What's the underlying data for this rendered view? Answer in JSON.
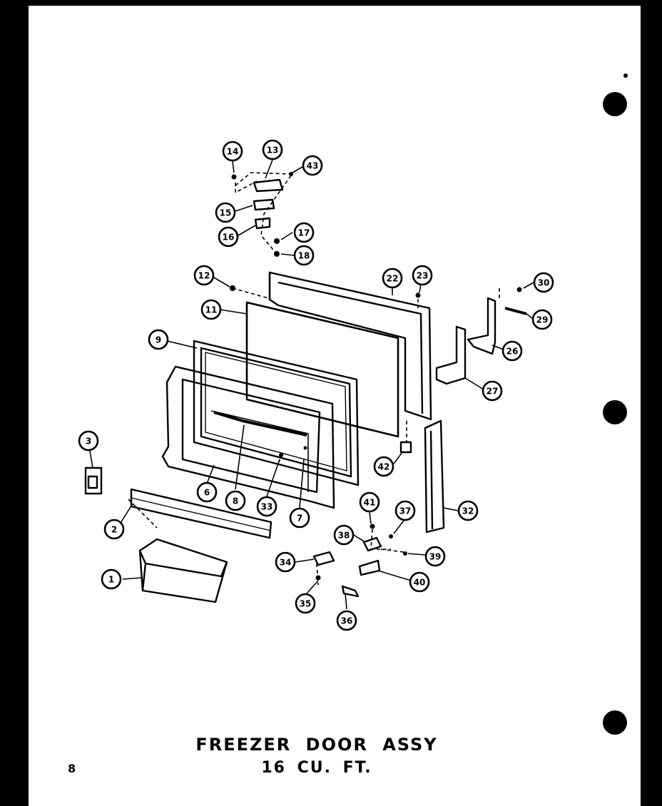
{
  "title": {
    "line1": "FREEZER DOOR ASSY",
    "line2": "16 CU. FT."
  },
  "page_number": "8",
  "callouts": [
    "1",
    "2",
    "3",
    "6",
    "7",
    "8",
    "9",
    "11",
    "12",
    "13",
    "14",
    "15",
    "16",
    "17",
    "18",
    "22",
    "23",
    "26",
    "27",
    "29",
    "30",
    "32",
    "33",
    "34",
    "35",
    "36",
    "37",
    "38",
    "39",
    "40",
    "41",
    "42",
    "43"
  ],
  "colors": {
    "background": "#ffffff",
    "frame": "#000000",
    "ink": "#000000"
  }
}
